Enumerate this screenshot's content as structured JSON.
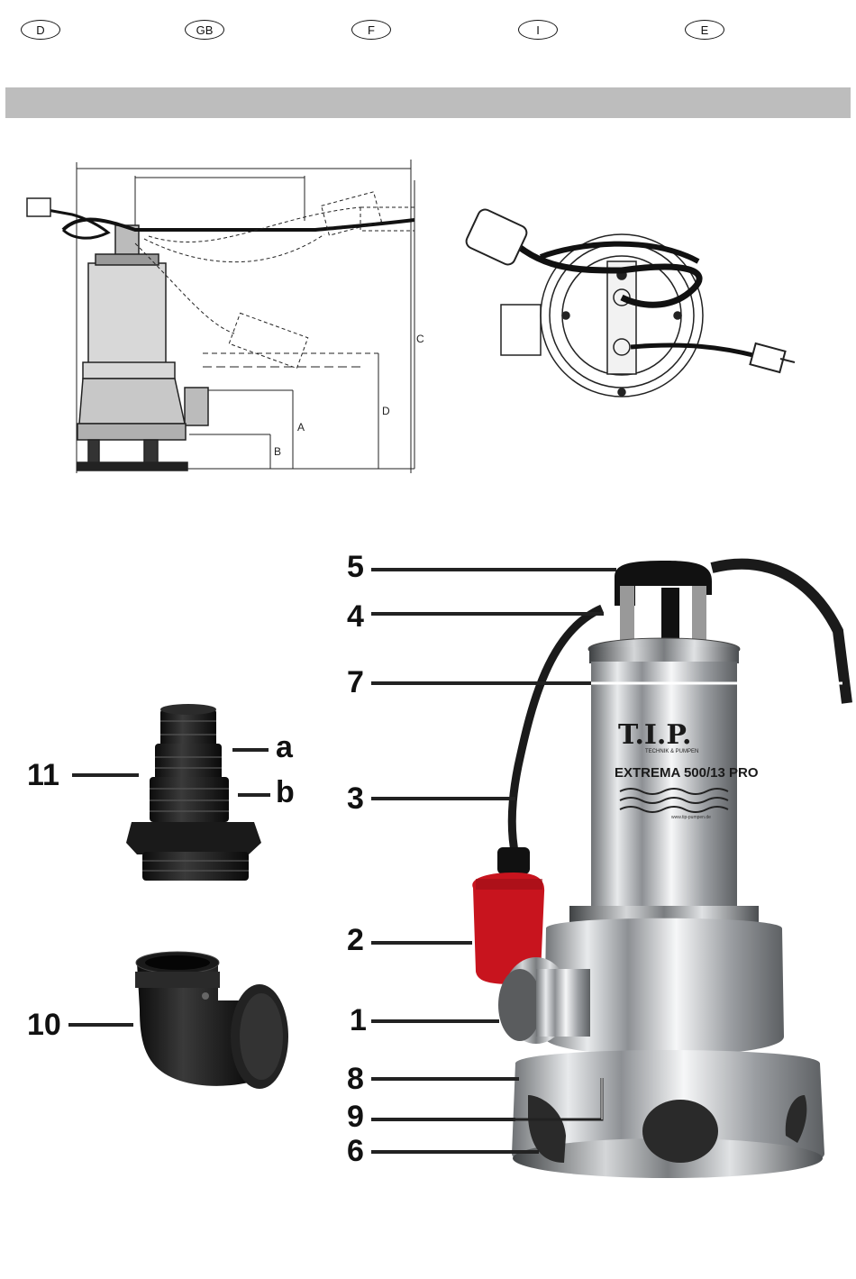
{
  "languages": [
    "D",
    "GB",
    "F",
    "I",
    "E"
  ],
  "dimensions": {
    "A": "A",
    "B": "B",
    "C": "C",
    "D": "D"
  },
  "callouts": {
    "c5": "5",
    "c4": "4",
    "c7": "7",
    "c3": "3",
    "c2": "2",
    "c1": "1",
    "c8": "8",
    "c9": "9",
    "c6": "6",
    "c11": "11",
    "c10": "10",
    "ca": "a",
    "cb": "b"
  },
  "pump_label": {
    "brand": "T.I.P.",
    "tagline": "TECHNIK & PUMPEN",
    "model": "EXTREMA 500/13 PRO",
    "url": "www.tip-pumpen.de"
  },
  "colors": {
    "band": "#bdbdbd",
    "float_switch": "#c8141e",
    "steel": "#c9ccce"
  }
}
